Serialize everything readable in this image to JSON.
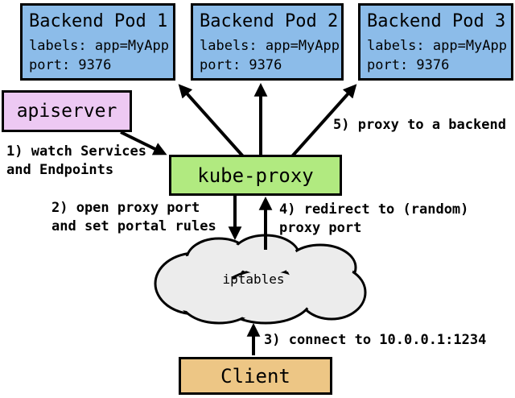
{
  "pods": [
    {
      "title": "Backend Pod 1",
      "labels_line": "labels: app=MyApp",
      "port_line": "port: 9376"
    },
    {
      "title": "Backend Pod 2",
      "labels_line": "labels: app=MyApp",
      "port_line": "port: 9376"
    },
    {
      "title": "Backend Pod 3",
      "labels_line": "labels: app=MyApp",
      "port_line": "port: 9376"
    }
  ],
  "nodes": {
    "apiserver": "apiserver",
    "kube_proxy": "kube-proxy",
    "iptables": "iptables",
    "client": "Client"
  },
  "steps": {
    "step1": "1) watch Services\nand Endpoints",
    "step2": "2) open proxy port\nand set portal rules",
    "step3": "3) connect to 10.0.0.1:1234",
    "step4": "4) redirect to (random)\nproxy port",
    "step5": "5) proxy to a backend"
  },
  "colors": {
    "pod_fill": "#8cbce9",
    "apiserver_fill": "#edc9f3",
    "kube_proxy_fill": "#b1ea80",
    "client_fill": "#edc685",
    "cloud_fill": "#ececec",
    "border": "#000000",
    "background": "#ffffff"
  }
}
